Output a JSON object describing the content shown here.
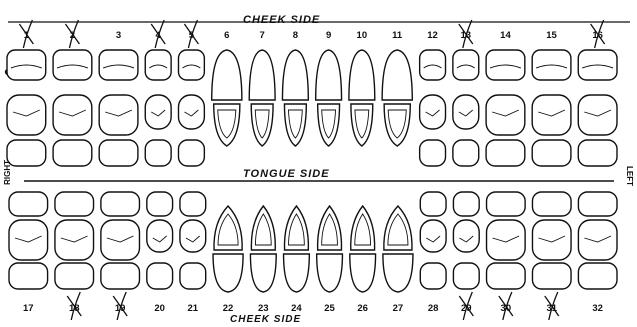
{
  "chart": {
    "top_label": "CHEEK SIDE",
    "middle_label": "TONGUE SIDE",
    "bottom_label": "CHEEK SIDE",
    "right_label": "RIGHT",
    "left_label": "LEFT"
  },
  "upper_teeth": [
    {
      "number": "1",
      "marked": true,
      "kind": "molar"
    },
    {
      "number": "2",
      "marked": true,
      "kind": "molar"
    },
    {
      "number": "3",
      "marked": false,
      "kind": "molar"
    },
    {
      "number": "4",
      "marked": true,
      "kind": "premolar"
    },
    {
      "number": "5",
      "marked": true,
      "kind": "premolar"
    },
    {
      "number": "6",
      "marked": false,
      "kind": "canine"
    },
    {
      "number": "7",
      "marked": false,
      "kind": "incisor"
    },
    {
      "number": "8",
      "marked": false,
      "kind": "incisor"
    },
    {
      "number": "9",
      "marked": false,
      "kind": "incisor"
    },
    {
      "number": "10",
      "marked": false,
      "kind": "incisor"
    },
    {
      "number": "11",
      "marked": false,
      "kind": "canine"
    },
    {
      "number": "12",
      "marked": false,
      "kind": "premolar"
    },
    {
      "number": "13",
      "marked": true,
      "kind": "premolar"
    },
    {
      "number": "14",
      "marked": false,
      "kind": "molar"
    },
    {
      "number": "15",
      "marked": false,
      "kind": "molar"
    },
    {
      "number": "16",
      "marked": true,
      "kind": "molar"
    }
  ],
  "lower_teeth": [
    {
      "number": "17",
      "marked": false,
      "kind": "molar"
    },
    {
      "number": "18",
      "marked": true,
      "kind": "molar"
    },
    {
      "number": "19",
      "marked": true,
      "kind": "molar"
    },
    {
      "number": "20",
      "marked": false,
      "kind": "premolar"
    },
    {
      "number": "21",
      "marked": false,
      "kind": "premolar"
    },
    {
      "number": "22",
      "marked": false,
      "kind": "canine"
    },
    {
      "number": "23",
      "marked": false,
      "kind": "incisor"
    },
    {
      "number": "24",
      "marked": false,
      "kind": "incisor"
    },
    {
      "number": "25",
      "marked": false,
      "kind": "incisor"
    },
    {
      "number": "26",
      "marked": false,
      "kind": "incisor"
    },
    {
      "number": "27",
      "marked": false,
      "kind": "canine"
    },
    {
      "number": "28",
      "marked": false,
      "kind": "premolar"
    },
    {
      "number": "29",
      "marked": true,
      "kind": "premolar"
    },
    {
      "number": "30",
      "marked": true,
      "kind": "molar"
    },
    {
      "number": "31",
      "marked": true,
      "kind": "molar"
    },
    {
      "number": "32",
      "marked": false,
      "kind": "molar"
    }
  ]
}
